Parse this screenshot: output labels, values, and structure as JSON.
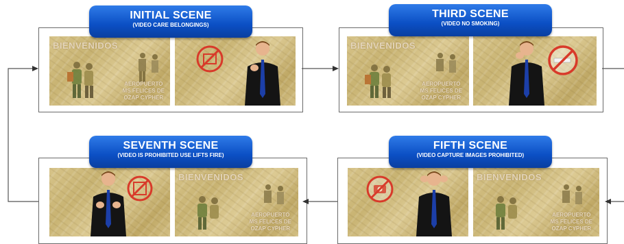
{
  "scenes": {
    "initial": {
      "title": "INITIAL SCENE",
      "subtitle": "(VIDEO CARE BELONGINGS)"
    },
    "third": {
      "title": "THIRD SCENE",
      "subtitle": "(VIDEO NO SMOKING)"
    },
    "fifth": {
      "title": "FIFTH SCENE",
      "subtitle": "(VIDEO CAPTURE IMAGES PROHIBITED)"
    },
    "seventh": {
      "title": "SEVENTH SCENE",
      "subtitle": "(VIDEO IS PROHIBITED USE LIFTS FIRE)"
    }
  },
  "welcome_text": "BIENVENIDOS",
  "airport_text": [
    "AEROPUERTO",
    "MS FELICES DE",
    "OZAP CYPHER"
  ],
  "colors": {
    "title_blue": "#0b4fc4",
    "border": "#6a6a6a",
    "parchment": "#d7c48a",
    "prohibited_red": "#d83a2a"
  }
}
